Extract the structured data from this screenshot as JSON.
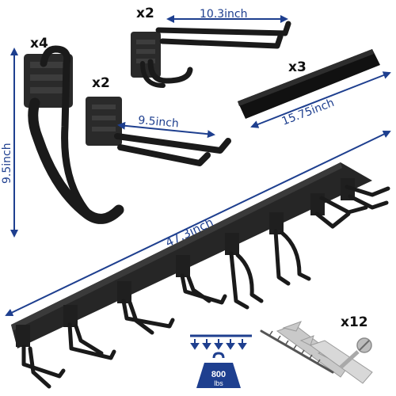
{
  "labels": {
    "qty_j_hook": "x4",
    "qty_double_hook": "x2",
    "qty_utility_hook": "x2",
    "qty_rail": "x3",
    "qty_anchors": "x12",
    "dim_j_hook_height": "9.5inch",
    "dim_double_hook_length": "10.3inch",
    "dim_utility_hook_length": "9.5inch",
    "dim_rail_length": "15.75inch",
    "dim_total_length": "47.3inch",
    "capacity_value": "800",
    "capacity_unit": "lbs"
  },
  "colors": {
    "dimension_blue": "#1e3f8f",
    "hardware_black": "#1a1a1a",
    "anchor_gray": "#c9c9c9"
  },
  "icons": [
    "weight-capacity-icon",
    "wall-anchor-icon"
  ]
}
